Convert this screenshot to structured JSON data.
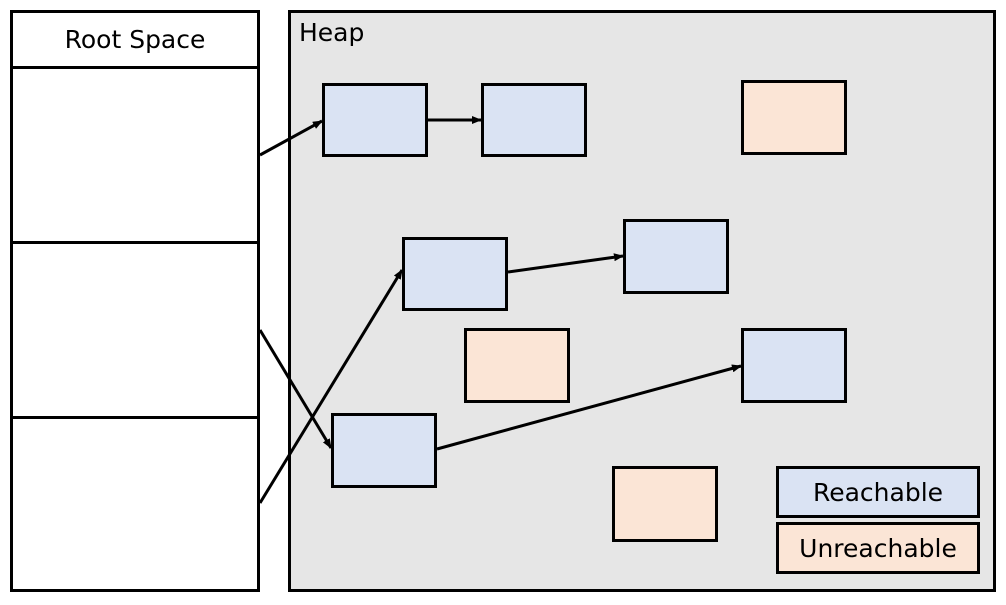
{
  "root_space": {
    "title": "Root Space",
    "slots": 3
  },
  "heap": {
    "title": "Heap"
  },
  "legend": {
    "reachable_label": "Reachable",
    "unreachable_label": "Unreachable"
  },
  "colors": {
    "reachable": "#dae3f3",
    "unreachable": "#fbe5d6",
    "heap_background": "#e6e6e6",
    "stroke": "#000000"
  }
}
